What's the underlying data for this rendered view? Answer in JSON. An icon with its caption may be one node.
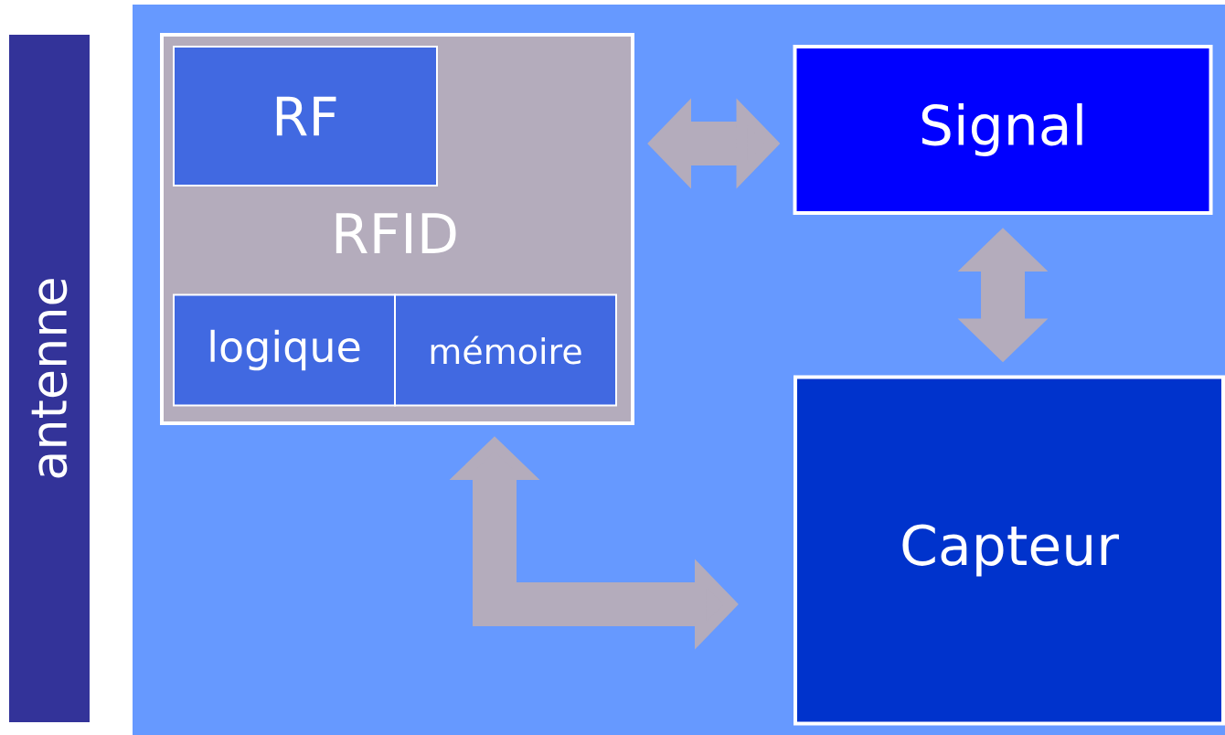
{
  "diagram": {
    "nodes": [
      {
        "text": [
          "antenne"
        ]
      },
      {
        "text": [
          "RFID"
        ]
      },
      {
        "text": [
          "RF"
        ],
        "in": 1
      },
      {
        "text": [
          "logique"
        ],
        "in": 1
      },
      {
        "text": [
          "mémoire"
        ],
        "in": 1
      },
      {
        "text": [
          "Signal"
        ]
      },
      {
        "text": [
          "Capteur"
        ]
      }
    ],
    "edges": [
      {
        "from": 1,
        "to": 5,
        "arrow": "both"
      },
      {
        "from": 5,
        "to": 6,
        "arrow": "both"
      },
      {
        "from": 1,
        "to": 6,
        "arrow": "both"
      }
    ]
  }
}
